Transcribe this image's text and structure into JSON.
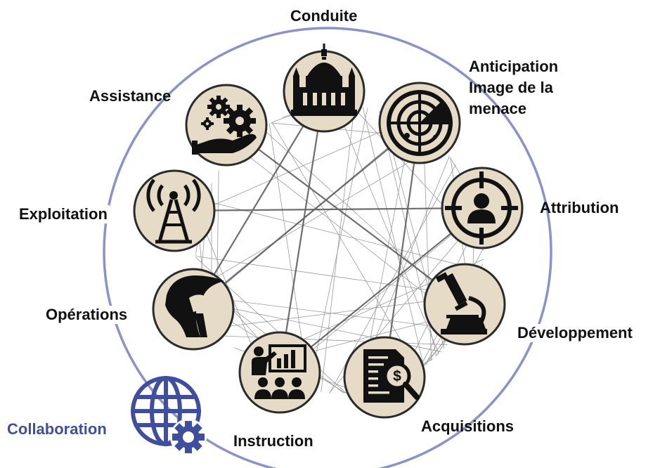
{
  "diagram": {
    "ring_color": "#8a93c8",
    "node_fill": "#e5dbc6",
    "node_border": "#2b2b2b",
    "icon_color": "#111111",
    "web_color": "#777777",
    "accent_color": "#3f4f9e",
    "nodes": [
      {
        "id": "conduite",
        "label": "Conduite",
        "icon": "cathedral-icon"
      },
      {
        "id": "anticipation",
        "label": "Anticipation\nImage de la\nmenace",
        "icon": "radar-icon"
      },
      {
        "id": "attribution",
        "label": "Attribution",
        "icon": "target-person-icon"
      },
      {
        "id": "developpement",
        "label": "Développement",
        "icon": "microscope-icon"
      },
      {
        "id": "acquisitions",
        "label": "Acquisitions",
        "icon": "document-magnifier-icon"
      },
      {
        "id": "instruction",
        "label": "Instruction",
        "icon": "teacher-presentation-icon"
      },
      {
        "id": "operations",
        "label": "Opérations",
        "icon": "spartan-helmet-icon"
      },
      {
        "id": "exploitation",
        "label": "Exploitation",
        "icon": "antenna-tower-icon"
      },
      {
        "id": "assistance",
        "label": "Assistance",
        "icon": "gears-hand-icon"
      }
    ],
    "collaboration": {
      "label": "Collaboration",
      "icon": "globe-gear-icon"
    }
  }
}
